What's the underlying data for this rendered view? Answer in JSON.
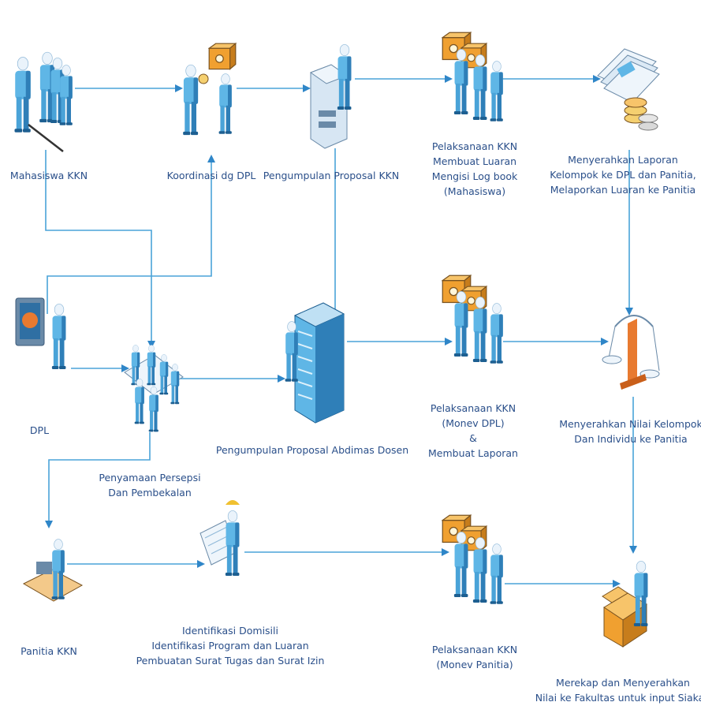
{
  "diagram": {
    "colors": {
      "line": "#4aa3d8",
      "text": "#2a4f8a",
      "figure": "#5fb6e6",
      "figure_dark": "#2f7fb8",
      "head": "#eaf3fb",
      "accent": "#f0a030",
      "paper": "#eef5fb"
    },
    "nodes": {
      "mahasiswa": {
        "icon": "students-group-icon",
        "label": [
          "Mahasiswa KKN"
        ]
      },
      "koordinasi": {
        "icon": "person-with-box-icon",
        "label": [
          "Koordinasi dg DPL"
        ]
      },
      "pengumpulan_kkn": {
        "icon": "person-at-copier-icon",
        "label": [
          "Pengumpulan Proposal KKN"
        ]
      },
      "pelaksanaan_mhs": {
        "icon": "workers-group-icon",
        "label": [
          "Pelaksanaan KKN",
          "Membuat Luaran",
          "Mengisi Log book",
          "(Mahasiswa)"
        ]
      },
      "laporan_kelompok": {
        "icon": "documents-and-coins-icon",
        "label": [
          "Menyerahkan Laporan",
          "Kelompok ke DPL dan Panitia,",
          "Melaporkan Luaran ke Panitia"
        ]
      },
      "dpl": {
        "icon": "presenter-icon",
        "label": [
          "DPL"
        ]
      },
      "penyamaan": {
        "icon": "meeting-table-icon",
        "label": [
          "Penyamaan Persepsi",
          "Dan Pembekalan"
        ]
      },
      "pengumpulan_abdimas": {
        "icon": "server-rack-icon",
        "label": [
          "Pengumpulan Proposal Abdimas Dosen"
        ]
      },
      "pelaksanaan_dpl": {
        "icon": "workers-group-icon",
        "label": [
          "Pelaksanaan KKN",
          "(Monev DPL)",
          "&",
          "Membuat Laporan"
        ]
      },
      "nilai": {
        "icon": "scales-icon",
        "label": [
          "Menyerahkan Nilai Kelompok",
          "Dan Individu ke Panitia"
        ]
      },
      "panitia": {
        "icon": "person-at-desk-icon",
        "label": [
          "Panitia KKN"
        ]
      },
      "identifikasi": {
        "icon": "engineer-with-blueprint-icon",
        "label": [
          "Identifikasi Domisili",
          "Identifikasi Program dan Luaran",
          "Pembuatan Surat Tugas dan Surat Izin"
        ]
      },
      "pelaksanaan_panitia": {
        "icon": "workers-group-icon",
        "label": [
          "Pelaksanaan KKN",
          "(Monev Panitia)"
        ]
      },
      "merekap": {
        "icon": "person-with-package-icon",
        "label": [
          "Merekap dan Menyerahkan",
          "Nilai ke Fakultas untuk input Siakad"
        ]
      }
    }
  }
}
